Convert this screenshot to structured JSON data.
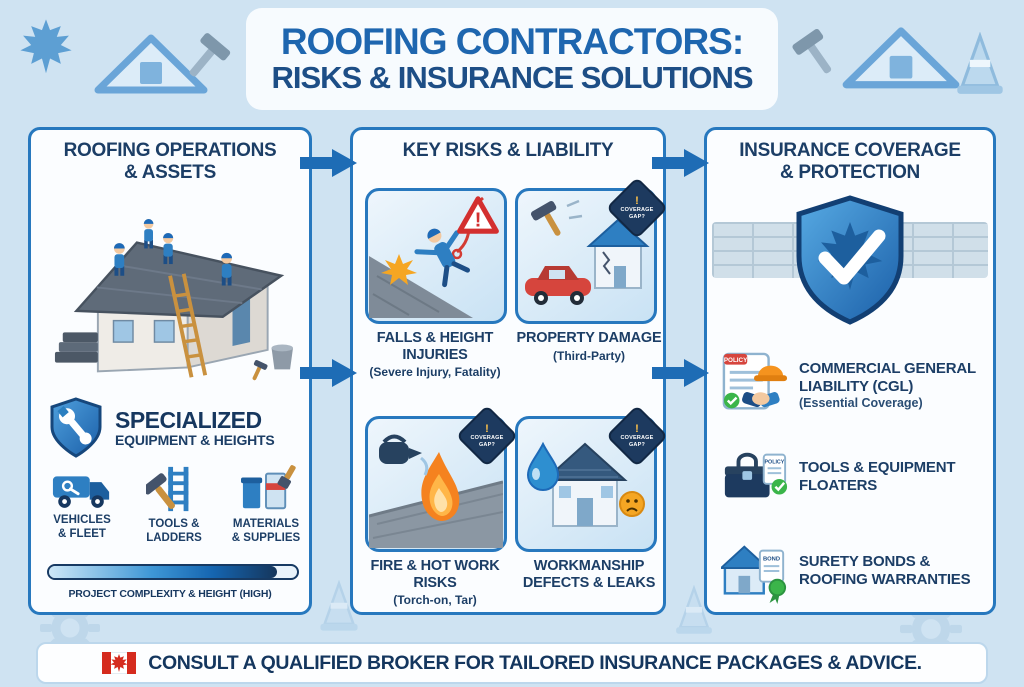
{
  "header": {
    "title_line1": "ROOFING CONTRACTORS:",
    "title_line2": "RISKS & INSURANCE SOLUTIONS"
  },
  "left_panel": {
    "title_line1": "ROOFING OPERATIONS",
    "title_line2": "& ASSETS",
    "feature": {
      "title": "SPECIALIZED",
      "subtitle": "EQUIPMENT & HEIGHTS"
    },
    "assets": [
      {
        "label_line1": "VEHICLES",
        "label_line2": "& FLEET"
      },
      {
        "label_line1": "TOOLS &",
        "label_line2": "LADDERS"
      },
      {
        "label_line1": "MATERIALS",
        "label_line2": "& SUPPLIES"
      }
    ],
    "meter": {
      "label": "PROJECT COMPLEXITY & HEIGHT (HIGH)",
      "value_percent": 92
    }
  },
  "middle_panel": {
    "title": "KEY RISKS & LIABILITY",
    "warning_mark": "!",
    "badge_excl": "!",
    "badge_line1": "COVERAGE",
    "badge_line2": "GAP?",
    "risks": [
      {
        "title": "FALLS & HEIGHT INJURIES",
        "subtitle": "(Severe Injury, Fatality)"
      },
      {
        "title": "PROPERTY DAMAGE",
        "subtitle": "(Third-Party)"
      },
      {
        "title": "FIRE & HOT WORK RISKS",
        "subtitle": "(Torch-on, Tar)"
      },
      {
        "title": "WORKMANSHIP DEFECTS & LEAKS",
        "subtitle": ""
      }
    ]
  },
  "right_panel": {
    "title_line1": "INSURANCE COVERAGE",
    "title_line2": "& PROTECTION",
    "items": [
      {
        "title": "COMMERCIAL GENERAL LIABILITY (CGL)",
        "subtitle": "(Essential Coverage)",
        "doc_label": "POLICY"
      },
      {
        "title": "TOOLS & EQUIPMENT FLOATERS",
        "subtitle": "",
        "doc_label": "POLICY"
      },
      {
        "title": "SURETY BONDS & ROOFING WARRANTIES",
        "subtitle": "",
        "doc_label": "BOND"
      }
    ]
  },
  "footer": {
    "text": "CONSULT A QUALIFIED BROKER FOR TAILORED INSURANCE PACKAGES & ADVICE."
  },
  "icons": {
    "header": [
      "maple-leaf-icon",
      "house-outline-icon",
      "hammer-icon",
      "traffic-cone-icon"
    ],
    "left_feature": "shield-wrench-icon",
    "left_assets": [
      "truck-icon",
      "tools-ladder-icon",
      "materials-icon"
    ],
    "risks": [
      "falling-worker-icon",
      "property-damage-icon",
      "fire-risk-icon",
      "leak-icon"
    ],
    "insurance": [
      "policy-handshake-icon",
      "toolbox-policy-icon",
      "bond-house-icon"
    ],
    "protection": "shield-check-icon",
    "footer": "canada-flag-icon"
  },
  "colors": {
    "page_bg": "#cfe3f2",
    "panel_border": "#2778be",
    "accent_blue": "#1e6cb5",
    "navy": "#16375f",
    "badge_bg": "#1d3a5f",
    "warning_red": "#d32f2f",
    "flag_red": "#d52b1e",
    "flame_orange": "#f5821f",
    "check_green": "#3bb54a"
  }
}
